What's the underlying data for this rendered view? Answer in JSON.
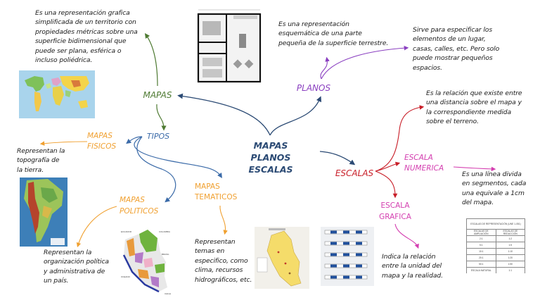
{
  "colors": {
    "central": "#2b4a74",
    "mapas": "#4e7a32",
    "tipos": "#3a6aa8",
    "tipos_children": "#f0a030",
    "planos": "#8a3fc0",
    "escalas": "#c81e28",
    "escala_children": "#d43fb0",
    "desc_text": "#1a1a1a"
  },
  "central": {
    "label": "MAPAS PLANOS\nESCALAS"
  },
  "mapas": {
    "label": "MAPAS",
    "definition": "Es una representación grafica\nsimplificada de un territorio con\npropiedades métricas sobre una\nsuperficie bidimensional que\npuede ser plana, esférica o\nincluso poliédrica.",
    "image": "world-political-map"
  },
  "tipos": {
    "label": "TIPOS",
    "children": [
      {
        "label": "MAPAS\nFISICOS",
        "description": "Representan la\ntopografía de\nla tierra.",
        "image": "south-america-physical-map"
      },
      {
        "label": "MAPAS\nPOLITICOS",
        "description": "Representan la\norganización política\ny administrativa de\nun país.",
        "image": "peru-political-map",
        "image_labels": [
          "ECUADOR",
          "COLOMBIA",
          "BRASIL",
          "OCEANO PACIFICO",
          "BOLIVIA",
          "CHILE"
        ]
      },
      {
        "label": "MAPAS\nTEMATICOS",
        "description": "Representan\ntemas en\nespecifico, como\nclima, recursos\nhidrográficos, etc.",
        "image": "peru-thematic-map"
      }
    ]
  },
  "planos": {
    "label": "PLANOS",
    "definition": "Es una representación\nesquemática de una parte\npequeña de la superficie terrestre.",
    "usage": "Sirve para especificar los\nelementos de un lugar,\ncasas, calles, etc. Pero solo\npuede mostrar pequeños\nespacios.",
    "image": "house-floor-plan"
  },
  "escalas": {
    "label": "ESCALAS",
    "definition": "Es la relación que existe entre\nuna distancia sobre el mapa y\nla correspondiente medida\nsobre el terreno.",
    "children": [
      {
        "label": "ESCALA\nNUMERICA",
        "description": "Es una línea divida\nen segmentos, cada\nuna equivale a 1cm\ndel mapa.",
        "image": "scale-table"
      },
      {
        "label": "ESCALA\nGRAFICA",
        "description": "Indica la relación\nentre la unidad del\nmapa y la realidad.",
        "image": "graphic-scale-bars"
      }
    ]
  },
  "scale_table": {
    "title": "ESCALAS DE REPRESENTACIÓN (UNE 1-051)",
    "headers": [
      "ESCALAS DE AMPLIACIÓN",
      "ESCALAS DE REDUCCIÓN"
    ],
    "rows": [
      [
        "2:1",
        "1:2"
      ],
      [
        "5:1",
        "1:5"
      ],
      [
        "10:1",
        "1:10"
      ],
      [
        "20:1",
        "1:20"
      ],
      [
        "50:1",
        "1:50"
      ]
    ],
    "footer": [
      "ESCALA NATURAL",
      "1:1"
    ]
  }
}
